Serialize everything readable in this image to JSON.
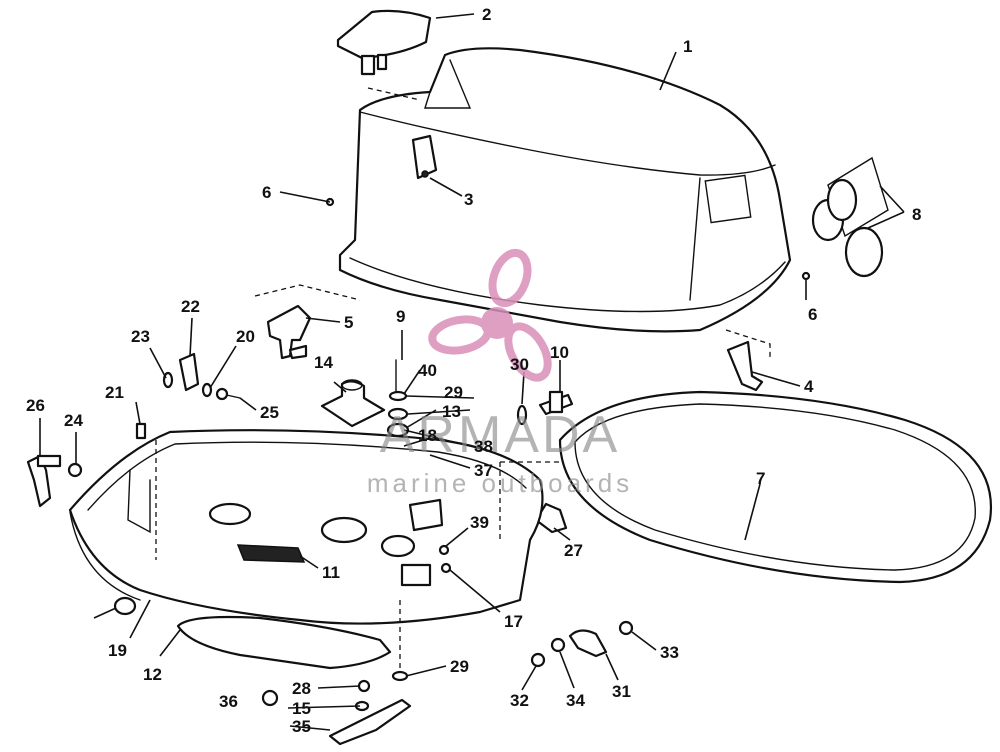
{
  "watermark": {
    "brand": "ARMADA",
    "tagline": "marine outboards",
    "logo_color": "#d98fb8",
    "text_color": "#8a8a8a"
  },
  "parts": [
    {
      "id": "1"
    },
    {
      "id": "2"
    },
    {
      "id": "3"
    },
    {
      "id": "4"
    },
    {
      "id": "5"
    },
    {
      "id": "6a",
      "label": "6"
    },
    {
      "id": "6b",
      "label": "6"
    },
    {
      "id": "7"
    },
    {
      "id": "8"
    },
    {
      "id": "9"
    },
    {
      "id": "10"
    },
    {
      "id": "11"
    },
    {
      "id": "12"
    },
    {
      "id": "13"
    },
    {
      "id": "14"
    },
    {
      "id": "15"
    },
    {
      "id": "17"
    },
    {
      "id": "18"
    },
    {
      "id": "19"
    },
    {
      "id": "20"
    },
    {
      "id": "21"
    },
    {
      "id": "22"
    },
    {
      "id": "23"
    },
    {
      "id": "24"
    },
    {
      "id": "25"
    },
    {
      "id": "26"
    },
    {
      "id": "27"
    },
    {
      "id": "28"
    },
    {
      "id": "29a",
      "label": "29"
    },
    {
      "id": "29b",
      "label": "29"
    },
    {
      "id": "30"
    },
    {
      "id": "31"
    },
    {
      "id": "32"
    },
    {
      "id": "33"
    },
    {
      "id": "34"
    },
    {
      "id": "35"
    },
    {
      "id": "36"
    },
    {
      "id": "37"
    },
    {
      "id": "38"
    },
    {
      "id": "39"
    },
    {
      "id": "40"
    }
  ],
  "labels": {
    "p1": "1",
    "p2": "2",
    "p3": "3",
    "p4": "4",
    "p5": "5",
    "p6a": "6",
    "p6b": "6",
    "p7": "7",
    "p8": "8",
    "p9": "9",
    "p10": "10",
    "p11": "11",
    "p12": "12",
    "p13": "13",
    "p14": "14",
    "p15": "15",
    "p17": "17",
    "p18": "18",
    "p19": "19",
    "p20": "20",
    "p21": "21",
    "p22": "22",
    "p23": "23",
    "p24": "24",
    "p25": "25",
    "p26": "26",
    "p27": "27",
    "p28": "28",
    "p29a": "29",
    "p29b": "29",
    "p30": "30",
    "p31": "31",
    "p32": "32",
    "p33": "33",
    "p34": "34",
    "p35": "35",
    "p36": "36",
    "p37": "37",
    "p38": "38",
    "p39": "39",
    "p40": "40"
  }
}
